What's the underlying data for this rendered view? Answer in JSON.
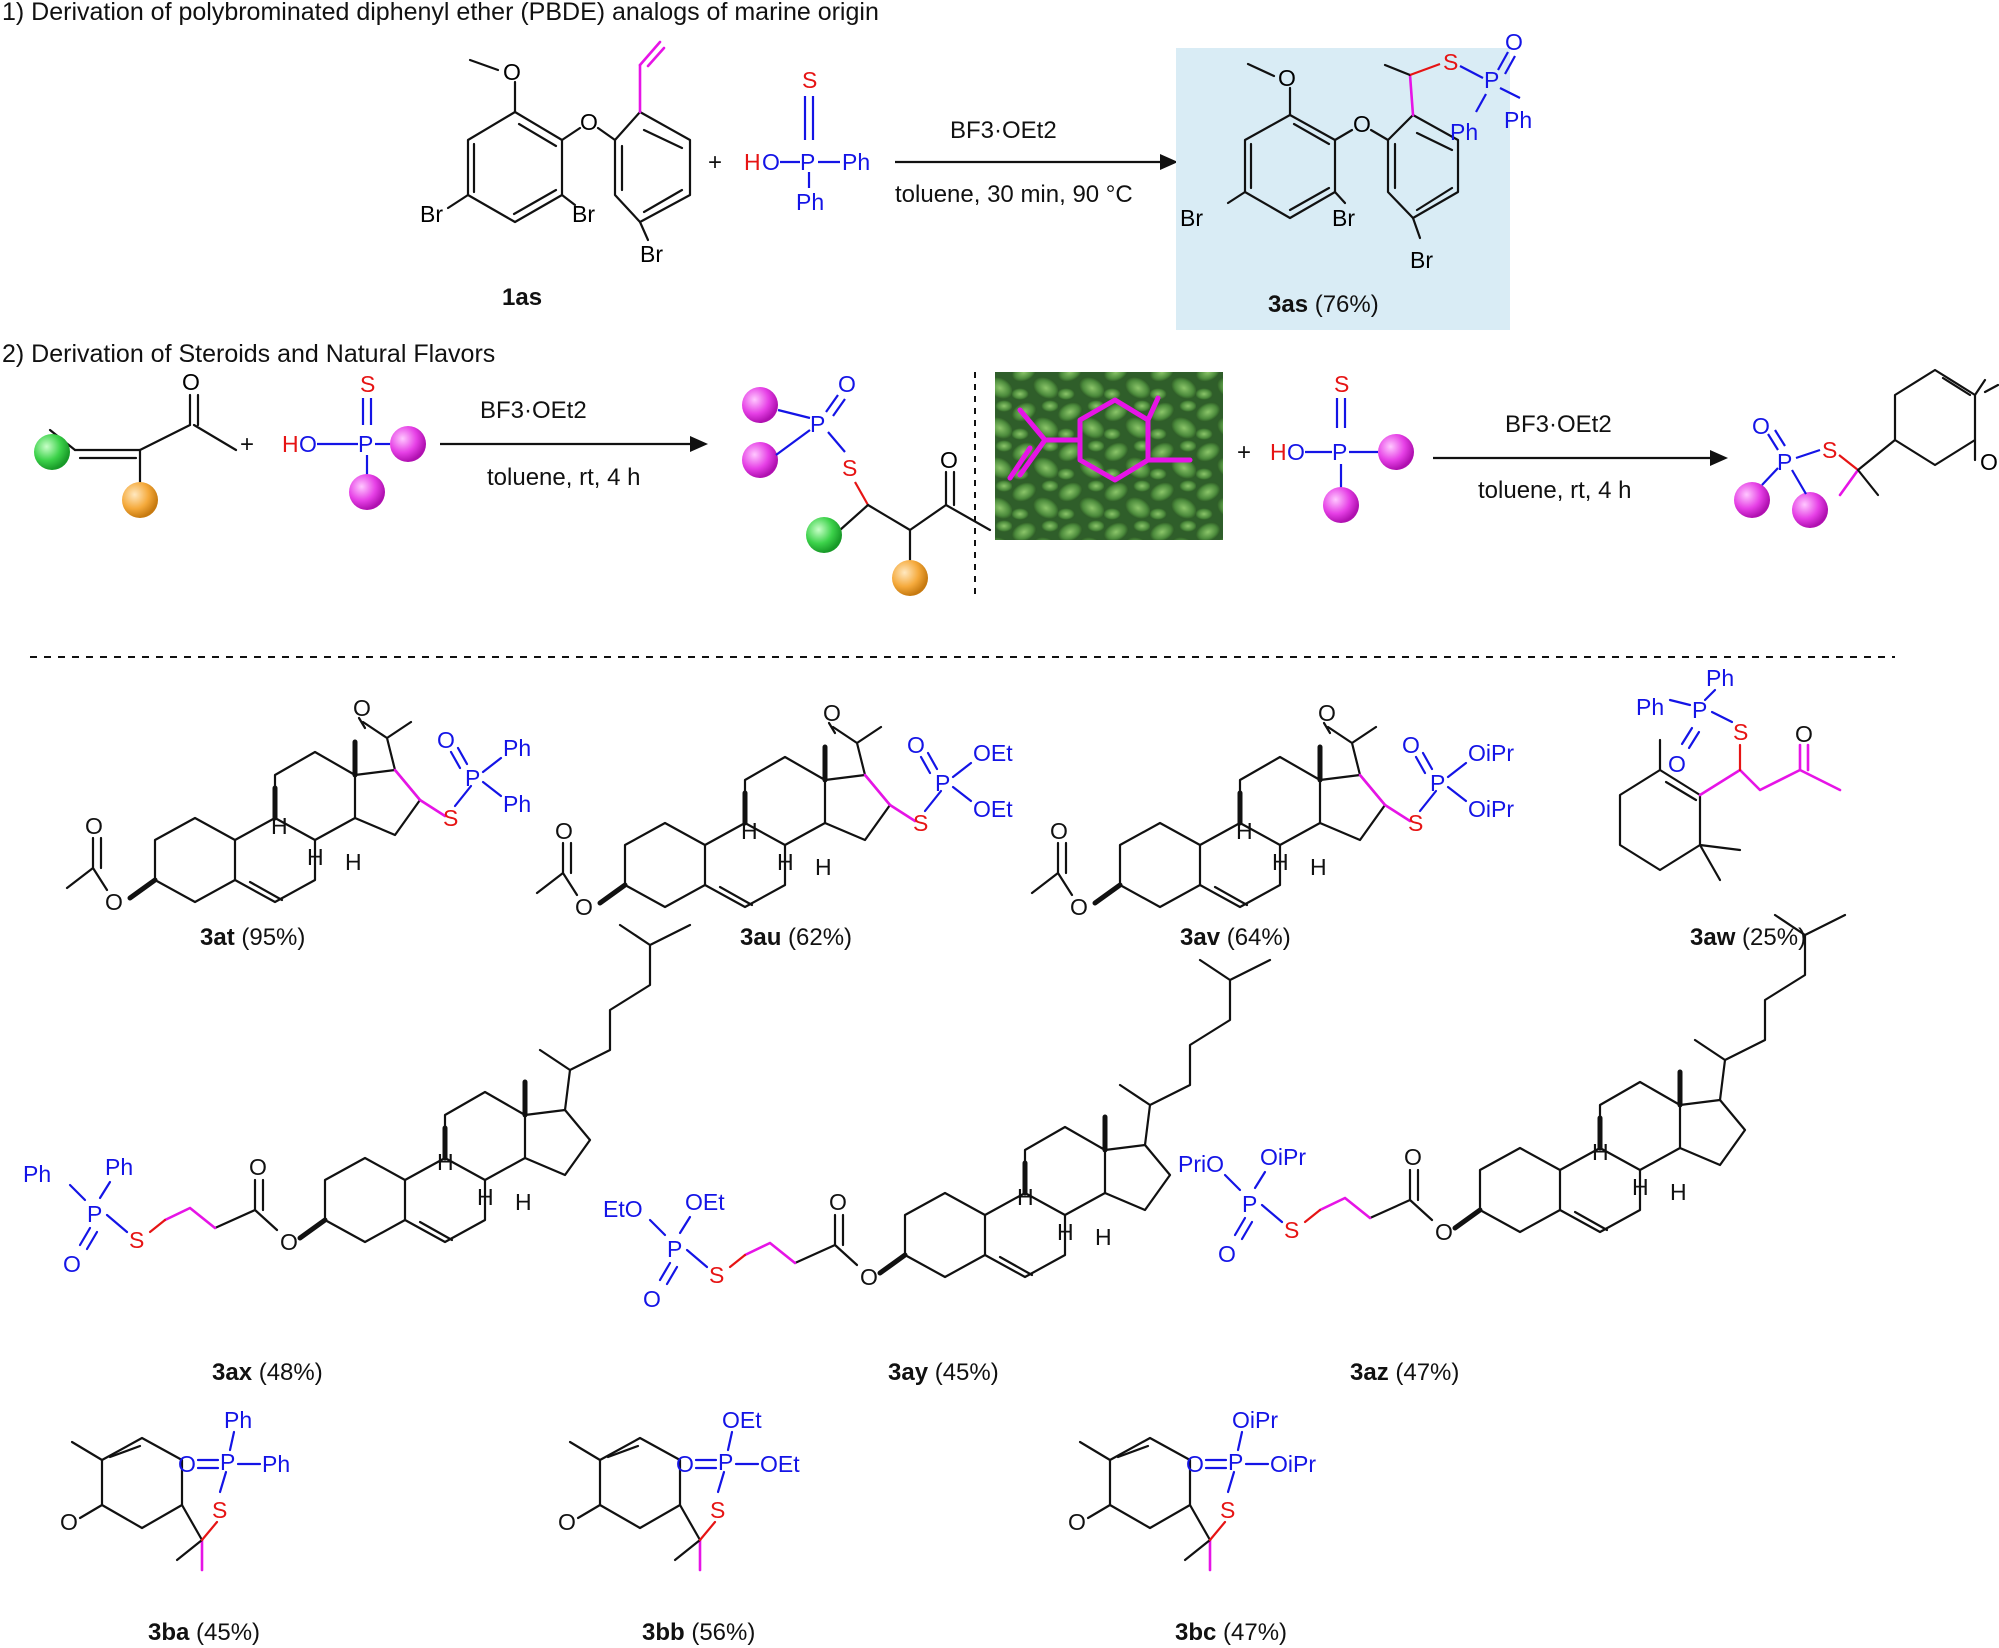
{
  "sections": {
    "s1_title": "1) Derivation of polybrominated diphenyl ether (PBDE) analogs of marine origin",
    "s2_title": "2) Derivation of Steroids and Natural Flavors"
  },
  "reaction1": {
    "plus": "+",
    "reagent_above": "BF3·OEt2",
    "reagent_below": "toluene, 30 min, 90 °C",
    "sm_label": "1as",
    "product_label": "3as",
    "product_yield": "(76%)",
    "highlight_color": "#d9ecf5"
  },
  "reaction2a": {
    "plus": "+",
    "reagent_above": "BF3·OEt2",
    "reagent_below": "toluene, rt, 4 h"
  },
  "reaction2b": {
    "plus": "+",
    "reagent_above": "BF3·OEt2",
    "reagent_below": "toluene, rt, 4 h",
    "photo": "herb-leaves-photo"
  },
  "atoms": {
    "O": "O",
    "S": "S",
    "P": "P",
    "Br": "Br",
    "Ph": "Ph",
    "HO": "HO",
    "H": "H",
    "OEt": "OEt",
    "EtO": "EtO",
    "OiPr": "OiPr",
    "PriO": "PriO"
  },
  "products": [
    {
      "id": "3at",
      "yield": "(95%)"
    },
    {
      "id": "3au",
      "yield": "(62%)"
    },
    {
      "id": "3av",
      "yield": "(64%)"
    },
    {
      "id": "3aw",
      "yield": "(25%)"
    },
    {
      "id": "3ax",
      "yield": "(48%)"
    },
    {
      "id": "3ay",
      "yield": "(45%)"
    },
    {
      "id": "3az",
      "yield": "(47%)"
    },
    {
      "id": "3ba",
      "yield": "(45%)"
    },
    {
      "id": "3bb",
      "yield": "(56%)"
    },
    {
      "id": "3bc",
      "yield": "(47%)"
    }
  ],
  "colors": {
    "reagent_blue": "#1414e6",
    "hydrogen_red": "#e61414",
    "sulfur_red": "#e61414",
    "bond_magenta": "#e614e6",
    "ball_magenta": "#e640e6",
    "ball_green": "#3cd24a",
    "ball_orange": "#f5aa3c",
    "photo_green": "#3f7a3a"
  }
}
